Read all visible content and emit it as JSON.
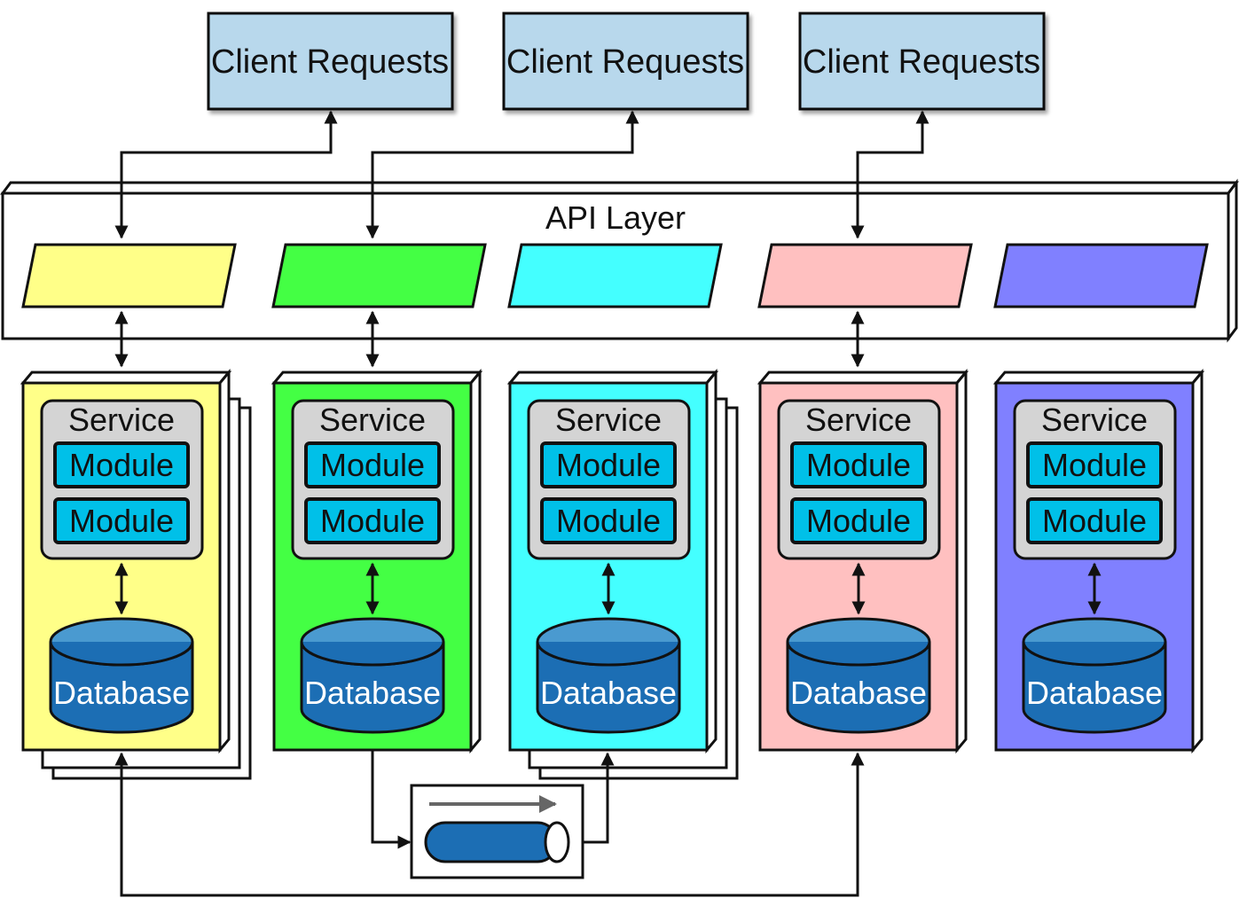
{
  "clients": [
    {
      "label": "Client Requests"
    },
    {
      "label": "Client Requests"
    },
    {
      "label": "Client Requests"
    }
  ],
  "api_layer": {
    "label": "API Layer"
  },
  "services": [
    {
      "color": "#FFFF88",
      "service_label": "Service",
      "modules": [
        "Module",
        "Module"
      ],
      "database_label": "Database",
      "stacked": true
    },
    {
      "color": "#44FF44",
      "service_label": "Service",
      "modules": [
        "Module",
        "Module"
      ],
      "database_label": "Database",
      "stacked": false
    },
    {
      "color": "#44FFFF",
      "service_label": "Service",
      "modules": [
        "Module",
        "Module"
      ],
      "database_label": "Database",
      "stacked": true
    },
    {
      "color": "#FFC0C0",
      "service_label": "Service",
      "modules": [
        "Module",
        "Module"
      ],
      "database_label": "Database",
      "stacked": false
    },
    {
      "color": "#8080FF",
      "service_label": "Service",
      "modules": [
        "Module",
        "Module"
      ],
      "database_label": "Database",
      "stacked": false
    }
  ],
  "colors": {
    "client_fill": "#B8D8EC",
    "service_box": "#D4D4D4",
    "module_fill": "#00C0E8",
    "database_fill": "#1C6EB4",
    "database_top": "#4A9AD0",
    "database_text": "#FFFFFF",
    "stroke": "#111111",
    "queue_arrow": "#666666"
  },
  "icons": {
    "database": "database-cylinder-icon",
    "queue": "message-queue-icon"
  }
}
